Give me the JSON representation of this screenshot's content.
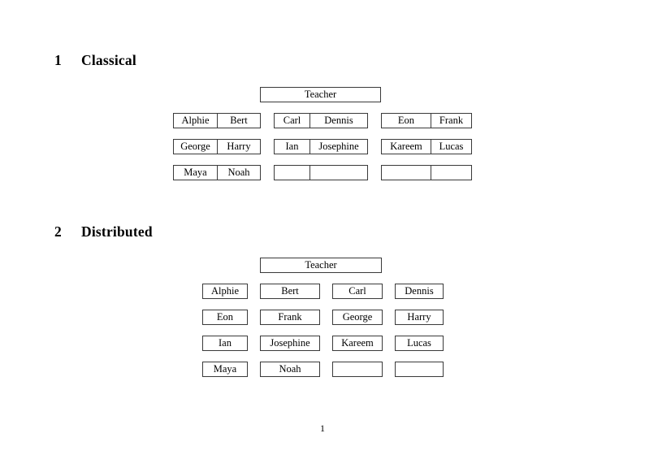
{
  "document": {
    "page_number": "1"
  },
  "sections": [
    {
      "number": "1",
      "title": "Classical",
      "teacher": {
        "label": "Teacher"
      },
      "groups": [
        {
          "name": "group-left",
          "rows": [
            {
              "cells": [
                "Alphie",
                "Bert"
              ]
            },
            {
              "cells": [
                "George",
                "Harry"
              ]
            },
            {
              "cells": [
                "Maya",
                "Noah"
              ]
            }
          ]
        },
        {
          "name": "group-middle",
          "rows": [
            {
              "cells": [
                "Carl",
                "Dennis"
              ]
            },
            {
              "cells": [
                "Ian",
                "Josephine"
              ]
            },
            {
              "cells": [
                "",
                ""
              ]
            }
          ]
        },
        {
          "name": "group-right",
          "rows": [
            {
              "cells": [
                "Eon",
                "Frank"
              ]
            },
            {
              "cells": [
                "Kareem",
                "Lucas"
              ]
            },
            {
              "cells": [
                "",
                ""
              ]
            }
          ]
        }
      ]
    },
    {
      "number": "2",
      "title": "Distributed",
      "teacher": {
        "label": "Teacher"
      },
      "rows": [
        {
          "cells": [
            "Alphie",
            "Bert",
            "Carl",
            "Dennis"
          ]
        },
        {
          "cells": [
            "Eon",
            "Frank",
            "George",
            "Harry"
          ]
        },
        {
          "cells": [
            "Ian",
            "Josephine",
            "Kareem",
            "Lucas"
          ]
        },
        {
          "cells": [
            "Maya",
            "Noah",
            "",
            ""
          ]
        }
      ]
    }
  ],
  "colors": {
    "page_background": "#ffffff",
    "text": "#000000",
    "box_border": "#3a3a3a"
  }
}
